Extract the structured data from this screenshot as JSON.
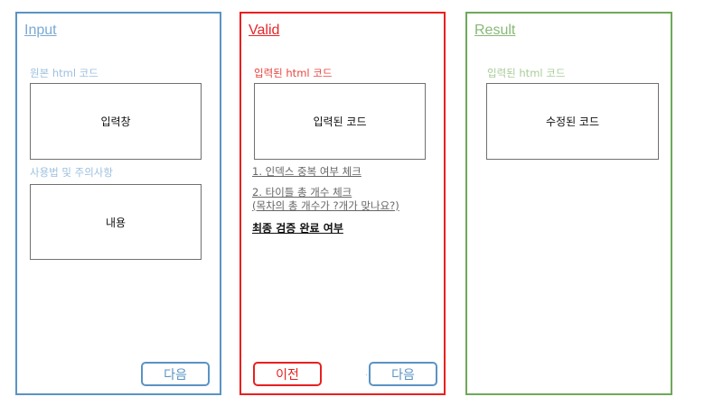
{
  "input_panel": {
    "title": "Input",
    "source_label": "원본 html 코드",
    "input_box_text": "입력창",
    "usage_label": "사용법 및 주의사항",
    "content_box_text": "내용",
    "next_button": "다음"
  },
  "valid_panel": {
    "title": "Valid",
    "entered_label": "입력된 html 코드",
    "entered_box_text": "입력된 코드",
    "check1": "1. 인덱스 중복 여부 체크",
    "check2_line1": "2. 타이틀 총 개수 체크",
    "check2_line2": "(목차의 총 개수가 ?개가 맞나요?)",
    "final_check": "최종 검증 완료 여부",
    "prev_button": "이전",
    "next_button": "다음",
    "dots": ".."
  },
  "result_panel": {
    "title": "Result",
    "entered_label": "입력된 html 코드",
    "modified_box_text": "수정된 코드"
  },
  "colors": {
    "input_border": "#5a93c4",
    "valid_border": "#e8201f",
    "result_border": "#6fa85a"
  }
}
